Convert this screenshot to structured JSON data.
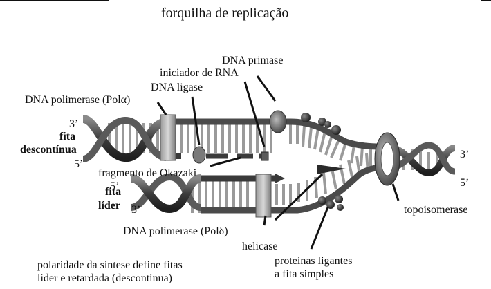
{
  "title": "forquilha de replicação",
  "labels": {
    "dna_primase": "DNA primase",
    "rna_primer": "iniciador de RNA",
    "dna_ligase": "DNA ligase",
    "pol_alpha": "DNA polimerase (Polα)",
    "lagging_3": "3’",
    "lagging_strand_1": "fita",
    "lagging_strand_2": "descontínua",
    "lagging_5": "5’",
    "okazaki": "fragmento de Okazaki",
    "leading_5": "5’",
    "leading_strand_1": "fita",
    "leading_strand_2": "líder",
    "leading_3": "3’",
    "pol_delta": "DNA polimerase (Polδ)",
    "helicase": "helicase",
    "ssb_1": "proteínas ligantes",
    "ssb_2": "a fita simples",
    "topoisomerase": "topoisomerase",
    "right_3": "3’",
    "right_5": "5’"
  },
  "caption": {
    "line1": "polaridade da síntese define fitas",
    "line2": "líder e retardada (descontínua)"
  }
}
